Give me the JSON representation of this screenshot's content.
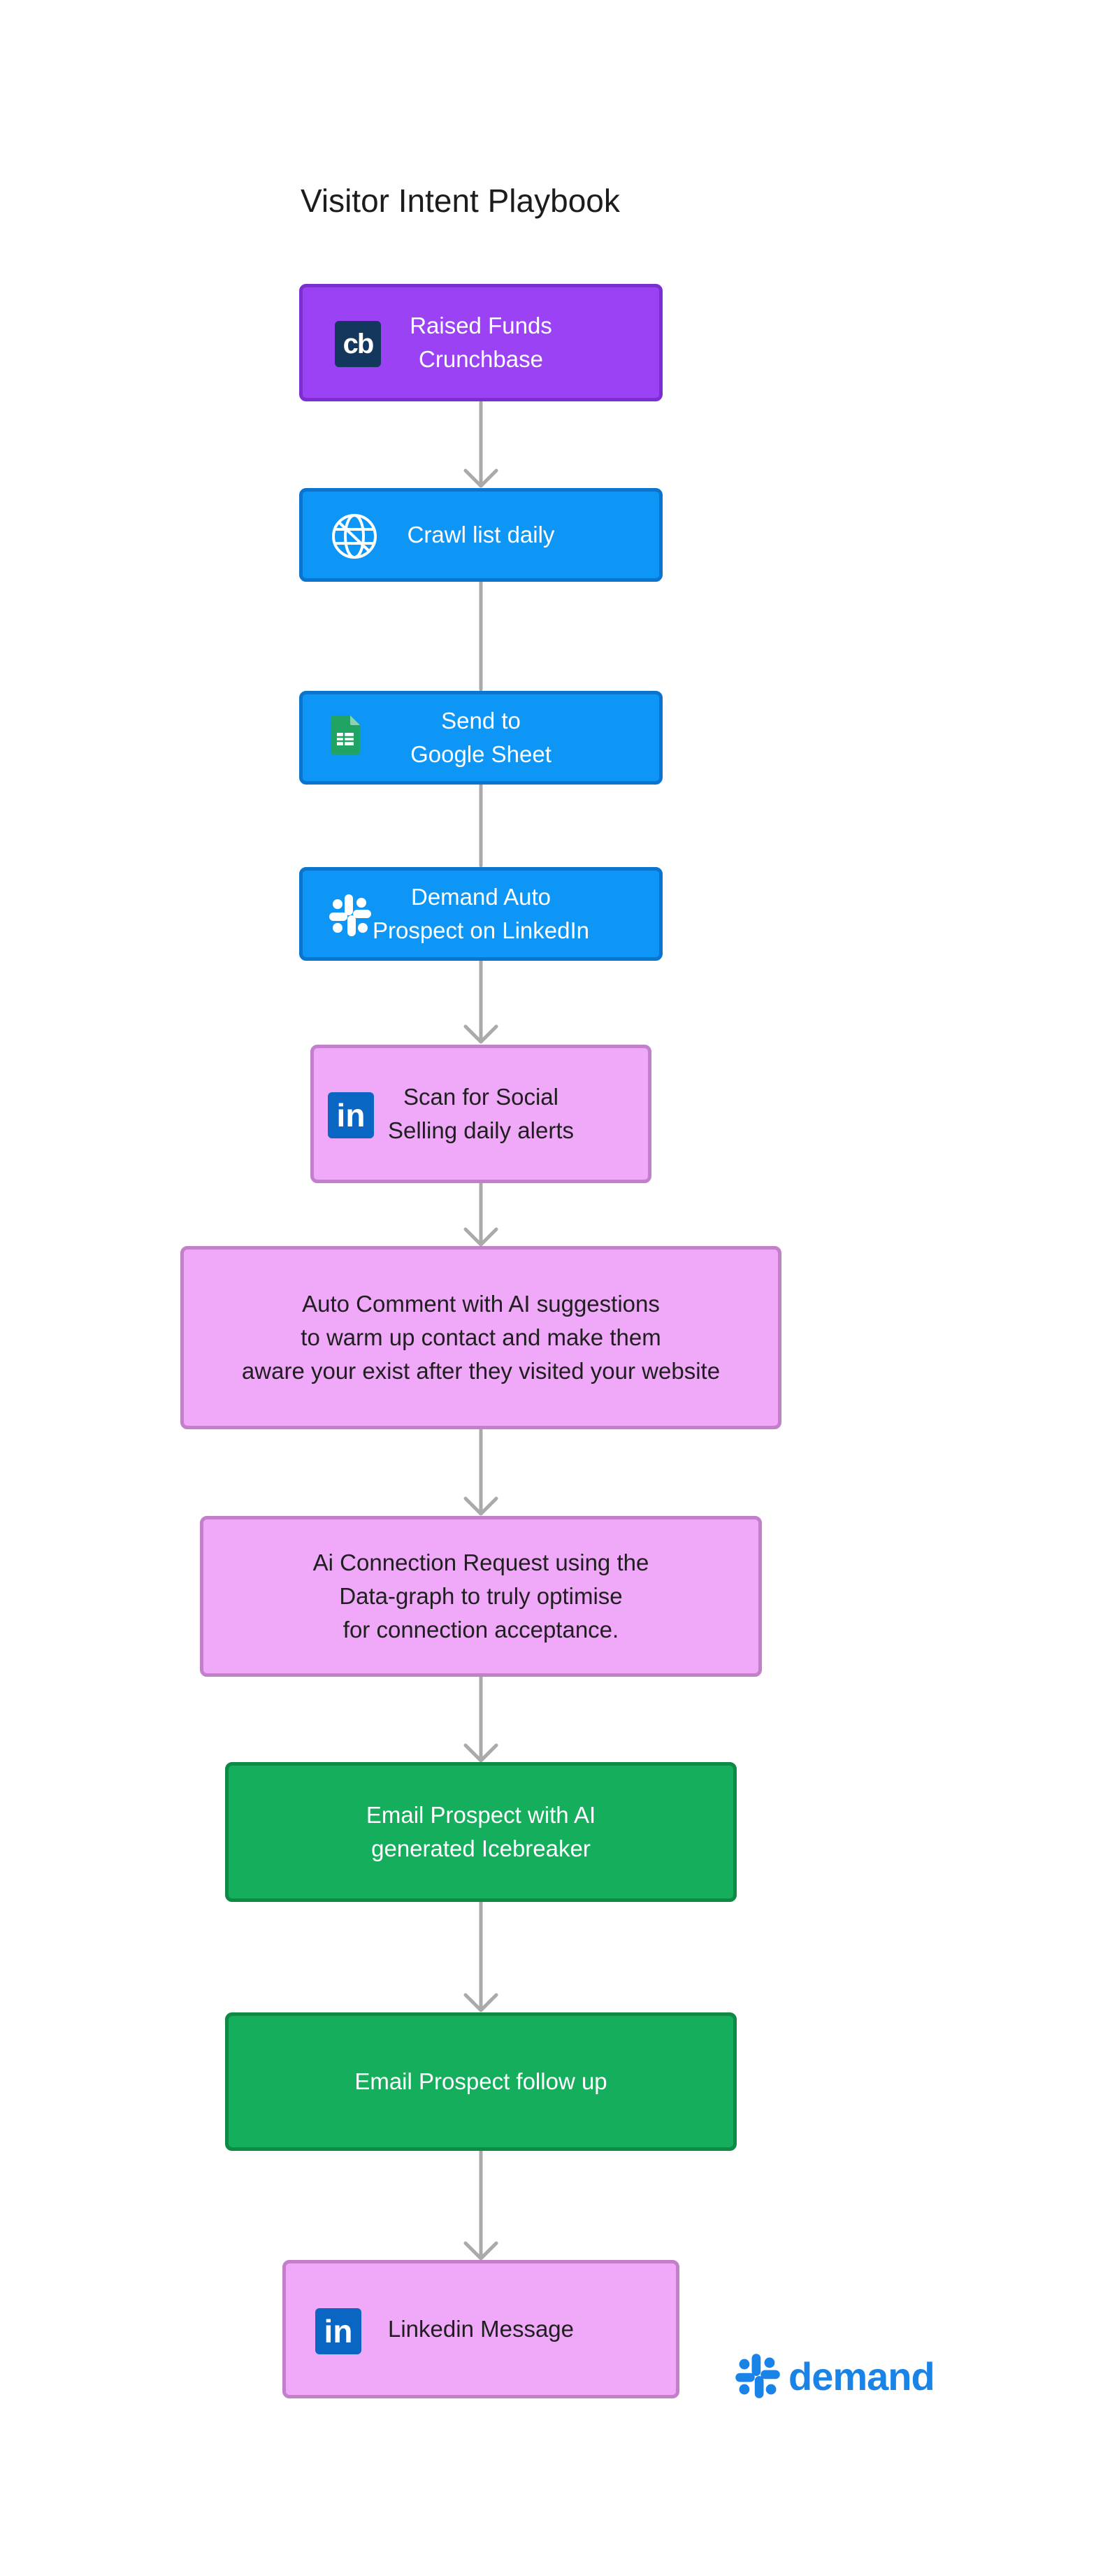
{
  "title": "Visitor Intent Playbook",
  "steps": [
    {
      "label": "Raised Funds\nCrunchbase",
      "icon": "crunchbase-icon",
      "icon_text": "cb"
    },
    {
      "label": "Crawl list daily",
      "icon": "globe-icon"
    },
    {
      "label": "Send to\nGoogle Sheet",
      "icon": "google-sheets-icon"
    },
    {
      "label": "Demand Auto\nProspect on LinkedIn",
      "icon": "demand-logo-icon"
    },
    {
      "label": "Scan for Social\nSelling daily alerts",
      "icon": "linkedin-icon",
      "icon_text": "in"
    },
    {
      "label": "Auto Comment with AI suggestions\nto warm up contact and make them\naware your exist after they visited your website"
    },
    {
      "label": "Ai Connection Request using the\nData-graph to truly optimise\nfor connection acceptance."
    },
    {
      "label": "Email Prospect with AI\ngenerated Icebreaker"
    },
    {
      "label": "Email Prospect follow up"
    },
    {
      "label": "Linkedin Message",
      "icon": "linkedin-icon",
      "icon_text": "in"
    }
  ],
  "brand": {
    "name": "demand"
  },
  "colors": {
    "purple": "#9b42f4",
    "blue": "#0e96f7",
    "pink": "#f0a8f8",
    "green": "#15ae5c",
    "connector": "#aaaaaa",
    "brand": "#1a83e8"
  }
}
